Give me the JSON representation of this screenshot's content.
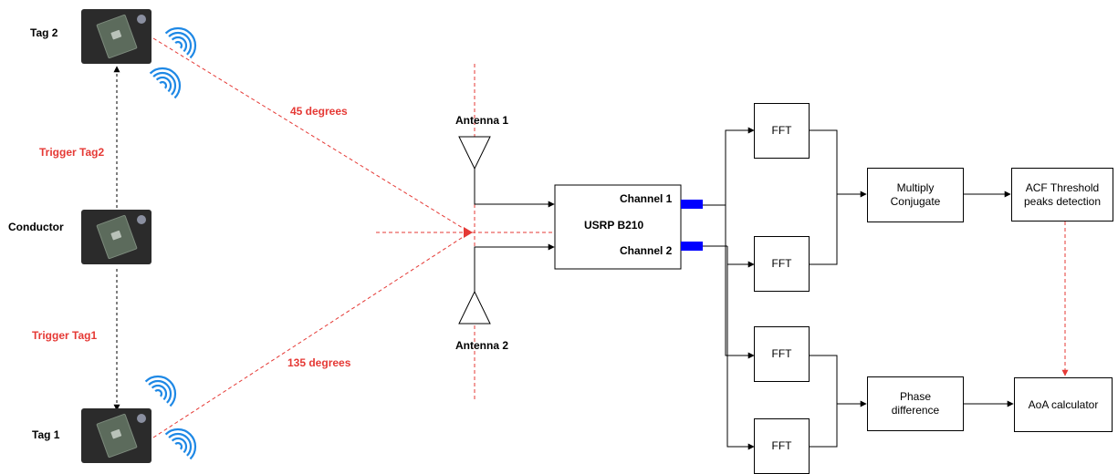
{
  "tags": {
    "tag2": "Tag 2",
    "conductor": "Conductor",
    "tag1": "Tag 1"
  },
  "triggers": {
    "tag2": "Trigger Tag2",
    "tag1": "Trigger Tag1"
  },
  "angles": {
    "a45": "45 degrees",
    "a135": "135 degrees"
  },
  "antennas": {
    "a1": "Antenna 1",
    "a2": "Antenna 2"
  },
  "usrp": {
    "title": "USRP B210",
    "ch1": "Channel 1",
    "ch2": "Channel 2"
  },
  "blocks": {
    "fft": "FFT",
    "multiply": "Multiply Conjugate",
    "phase": "Phase difference",
    "acf": "ACF Threshold peaks detection",
    "aoa": "AoA calculator"
  },
  "colors": {
    "red": "#e53935",
    "wifi": "#1e88e5",
    "port": "#0000ff",
    "device": "#2b2b2b"
  },
  "icons": {
    "device": "microcontroller-board-icon",
    "signal": "wifi-signal-icon",
    "antenna": "antenna-triangle-icon"
  }
}
